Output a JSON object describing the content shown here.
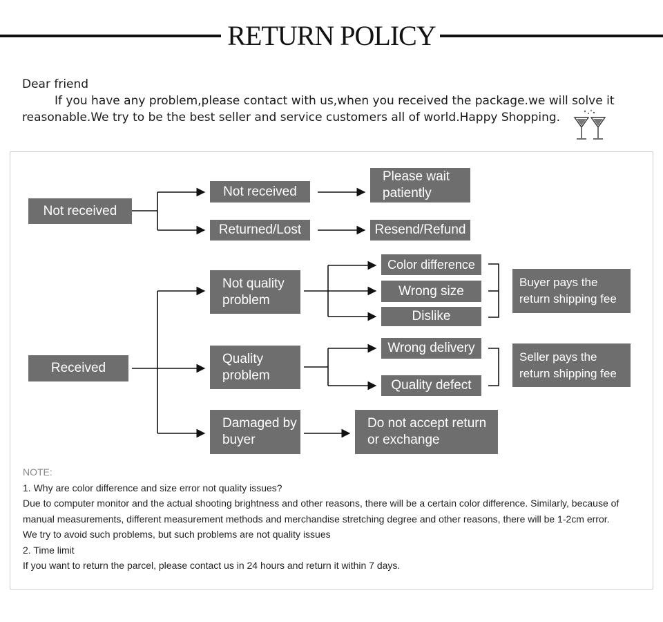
{
  "header": {
    "title": "RETURN POLICY"
  },
  "intro": {
    "greeting": "Dear friend",
    "message": "If you have any problem,please contact with us,when you received the package.we will solve it reasonable.We try to be the best seller and service customers all of world.Happy Shopping."
  },
  "flow": {
    "not_received_root": "Not received",
    "not_received_branch": "Not received",
    "wait_patiently": "Please wait patiently",
    "returned_lost": "Returned/Lost",
    "resend_refund": "Resend/Refund",
    "received_root": "Received",
    "not_quality_problem": "Not quality problem",
    "color_difference": "Color difference",
    "wrong_size": "Wrong size",
    "dislike": "Dislike",
    "buyer_pays": "Buyer pays the return shipping fee",
    "quality_problem": "Quality problem",
    "wrong_delivery": "Wrong delivery",
    "quality_defect": "Quality defect",
    "seller_pays": "Seller pays the return shipping fee",
    "damaged_by_buyer": "Damaged by buyer",
    "no_return": "Do not accept return or exchange"
  },
  "note": {
    "label": "NOTE:",
    "q1": "1. Why are color difference and size error not quality issues?",
    "a1_line1": "Due to computer monitor and the actual shooting brightness and other reasons, there will be a certain color difference. Similarly, because of",
    "a1_line2": "manual measurements, different measurement methods and merchandise stretching degree and other reasons, there will be 1-2cm error.",
    "a1_line3": "We try to avoid such problems, but such problems are not quality issues",
    "q2": "2. Time limit",
    "a2": "If you want to return the parcel, please contact us in 24 hours and return it within 7 days."
  },
  "colors": {
    "box_fill": "#6e6e6e",
    "box_text": "#ffffff",
    "line": "#111111"
  },
  "icons": {
    "decoration": "cocktail-glasses-icon"
  }
}
